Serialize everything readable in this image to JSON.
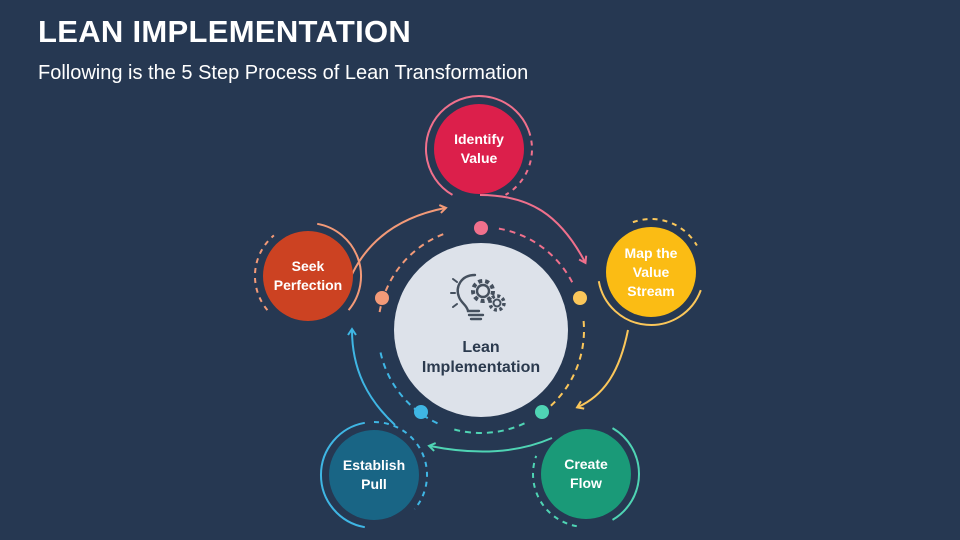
{
  "header": {
    "title": "LEAN IMPLEMENTATION",
    "subtitle": "Following is the 5 Step Process of Lean Transformation"
  },
  "center": {
    "line1": "Lean",
    "line2": "Implementation",
    "icon": "lightbulb-gears-icon"
  },
  "steps": [
    {
      "line1": "Identify",
      "line2": "Value",
      "color": "#dc1f4b"
    },
    {
      "line1": "Map the",
      "line2": "Value",
      "line3": "Stream",
      "color": "#fbbc14"
    },
    {
      "line1": "Create",
      "line2": "Flow",
      "color": "#1a9a78"
    },
    {
      "line1": "Establish",
      "line2": "Pull",
      "color": "#196585"
    },
    {
      "line1": "Seek",
      "line2": "Perfection",
      "color": "#cc4222"
    }
  ],
  "arrow_colors": [
    "#f0708c",
    "#fbc75a",
    "#4fd4b4",
    "#3fb6e4",
    "#f39a78"
  ],
  "background": "#263852"
}
